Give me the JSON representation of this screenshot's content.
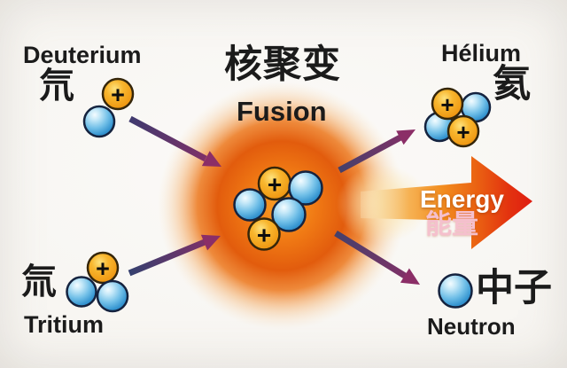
{
  "title": {
    "zh": "核聚变",
    "en": "Fusion"
  },
  "deuterium": {
    "en": "Deuterium",
    "zh": "氘"
  },
  "tritium": {
    "en": "Tritium",
    "zh": "氚"
  },
  "helium": {
    "en": "Hélium",
    "zh": "氦"
  },
  "neutron": {
    "en": "Neutron",
    "zh": "中子"
  },
  "energy": {
    "en": "Energy",
    "zh": "能量"
  },
  "symbols": {
    "proton": "+"
  },
  "colors": {
    "proton_ball": "#f5a31f",
    "neutron_ball": "#49a8dc",
    "fusion_glow": "#e8630f",
    "reaction_arrow_start": "#3f3a6e",
    "reaction_arrow_end": "#8b2e67",
    "energy_arrow_mid": "#f28c1e",
    "energy_arrow_tip": "#df1d12",
    "energy_text": "#ffffff",
    "energy_zh_text": "#f5c0cd",
    "label_text": "#1b1b1b",
    "background": "#f7f5f1"
  }
}
